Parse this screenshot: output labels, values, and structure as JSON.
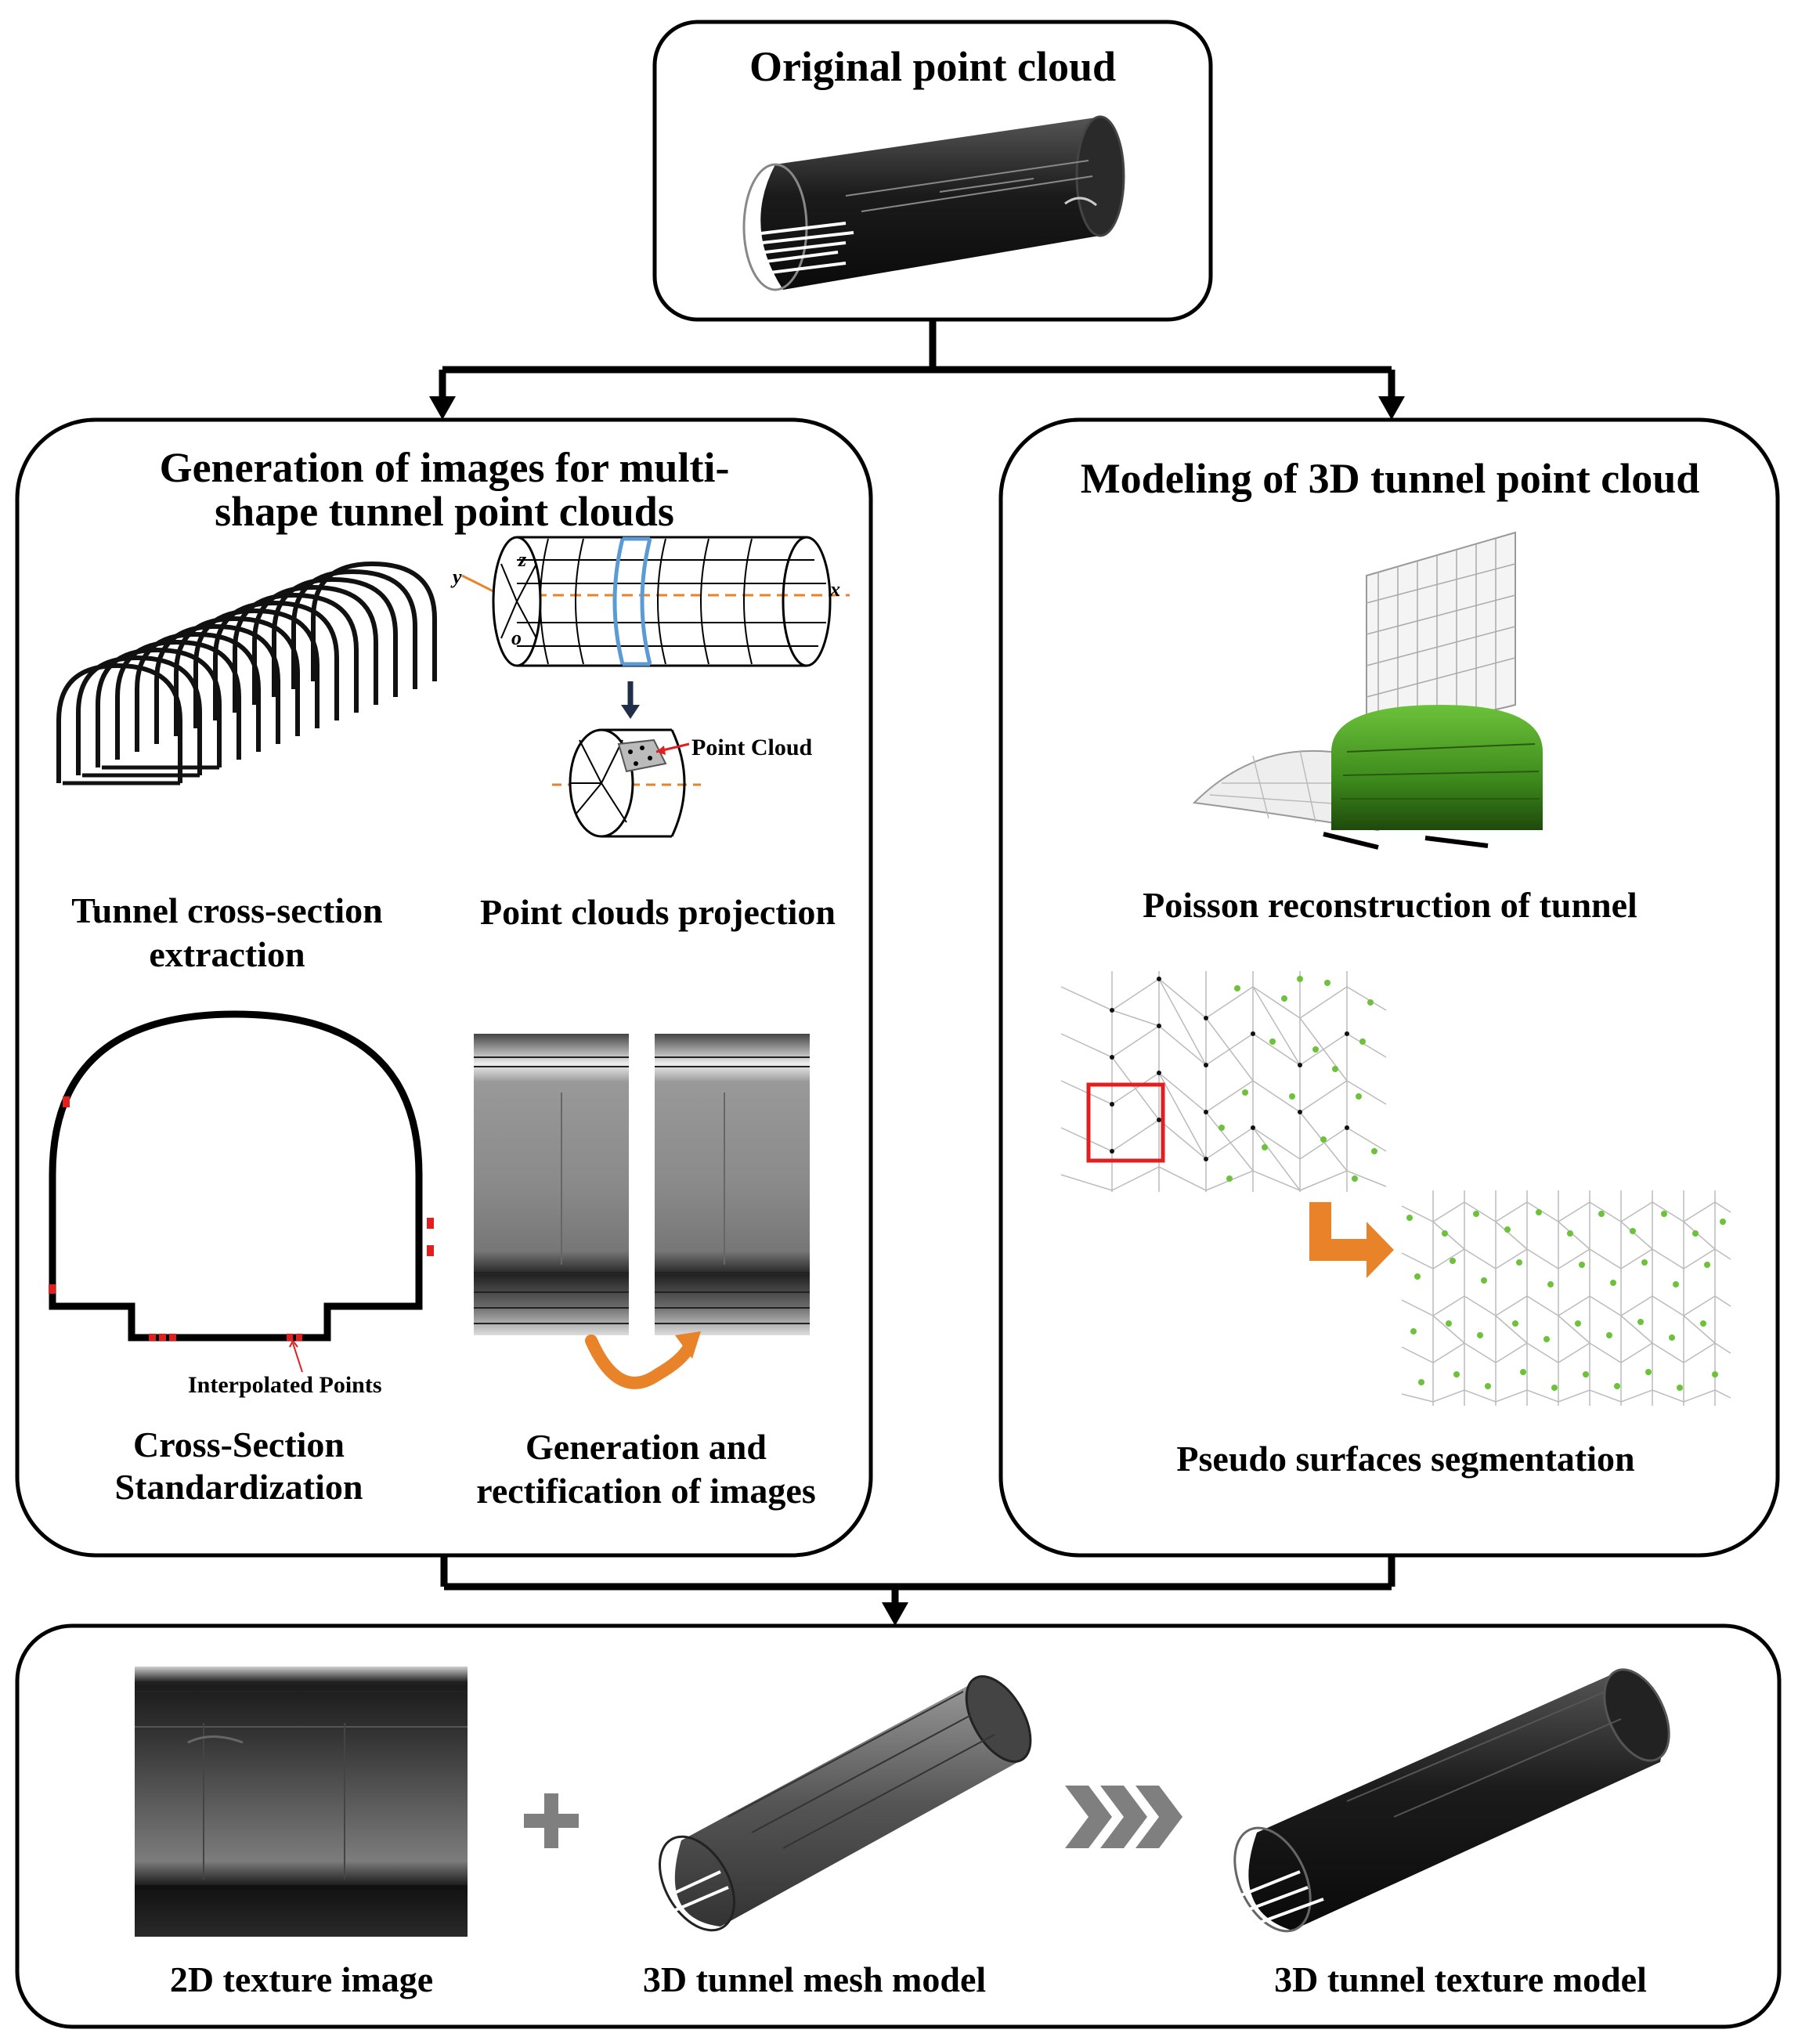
{
  "top": {
    "title": "Original point cloud"
  },
  "left_panel": {
    "title_line1": "Generation of images for multi-",
    "title_line2": "shape tunnel point clouds",
    "cross_section_extraction": {
      "line1": "Tunnel cross-section",
      "line2": "extraction"
    },
    "projection": {
      "label": "Point clouds projection",
      "point_cloud_callout": "Point Cloud",
      "axis_x": "x",
      "axis_y": "y",
      "axis_z": "z",
      "origin": "o"
    },
    "standardization": {
      "line1": "Cross-Section",
      "line2": "Standardization",
      "interpolated_callout": "Interpolated Points"
    },
    "rectification": {
      "line1": "Generation and",
      "line2": "rectification of images"
    }
  },
  "right_panel": {
    "title": "Modeling of 3D tunnel point cloud",
    "poisson_label": "Poisson reconstruction of  tunnel",
    "segmentation_label": "Pseudo surfaces segmentation"
  },
  "bottom_panel": {
    "texture_label": "2D texture image",
    "mesh_label": "3D tunnel mesh model",
    "texture_model_label": "3D tunnel texture model",
    "plus_symbol": "+",
    "arrows_symbol": "»»»"
  },
  "colors": {
    "frame": "#000000",
    "arrow_orange": "#E8832A",
    "mesh_green": "#4C9A1F",
    "callout_red": "#E02020",
    "section_blue": "#5B9BD5",
    "axis_orange": "#E8832A",
    "gray_symbol": "#7F7F7F"
  },
  "icons": [
    "tunnel-point-cloud",
    "cross-section-rings",
    "cylinder-projection",
    "texture-image",
    "poisson-mesh",
    "triangulation",
    "mesh-tunnel",
    "textured-tunnel"
  ]
}
